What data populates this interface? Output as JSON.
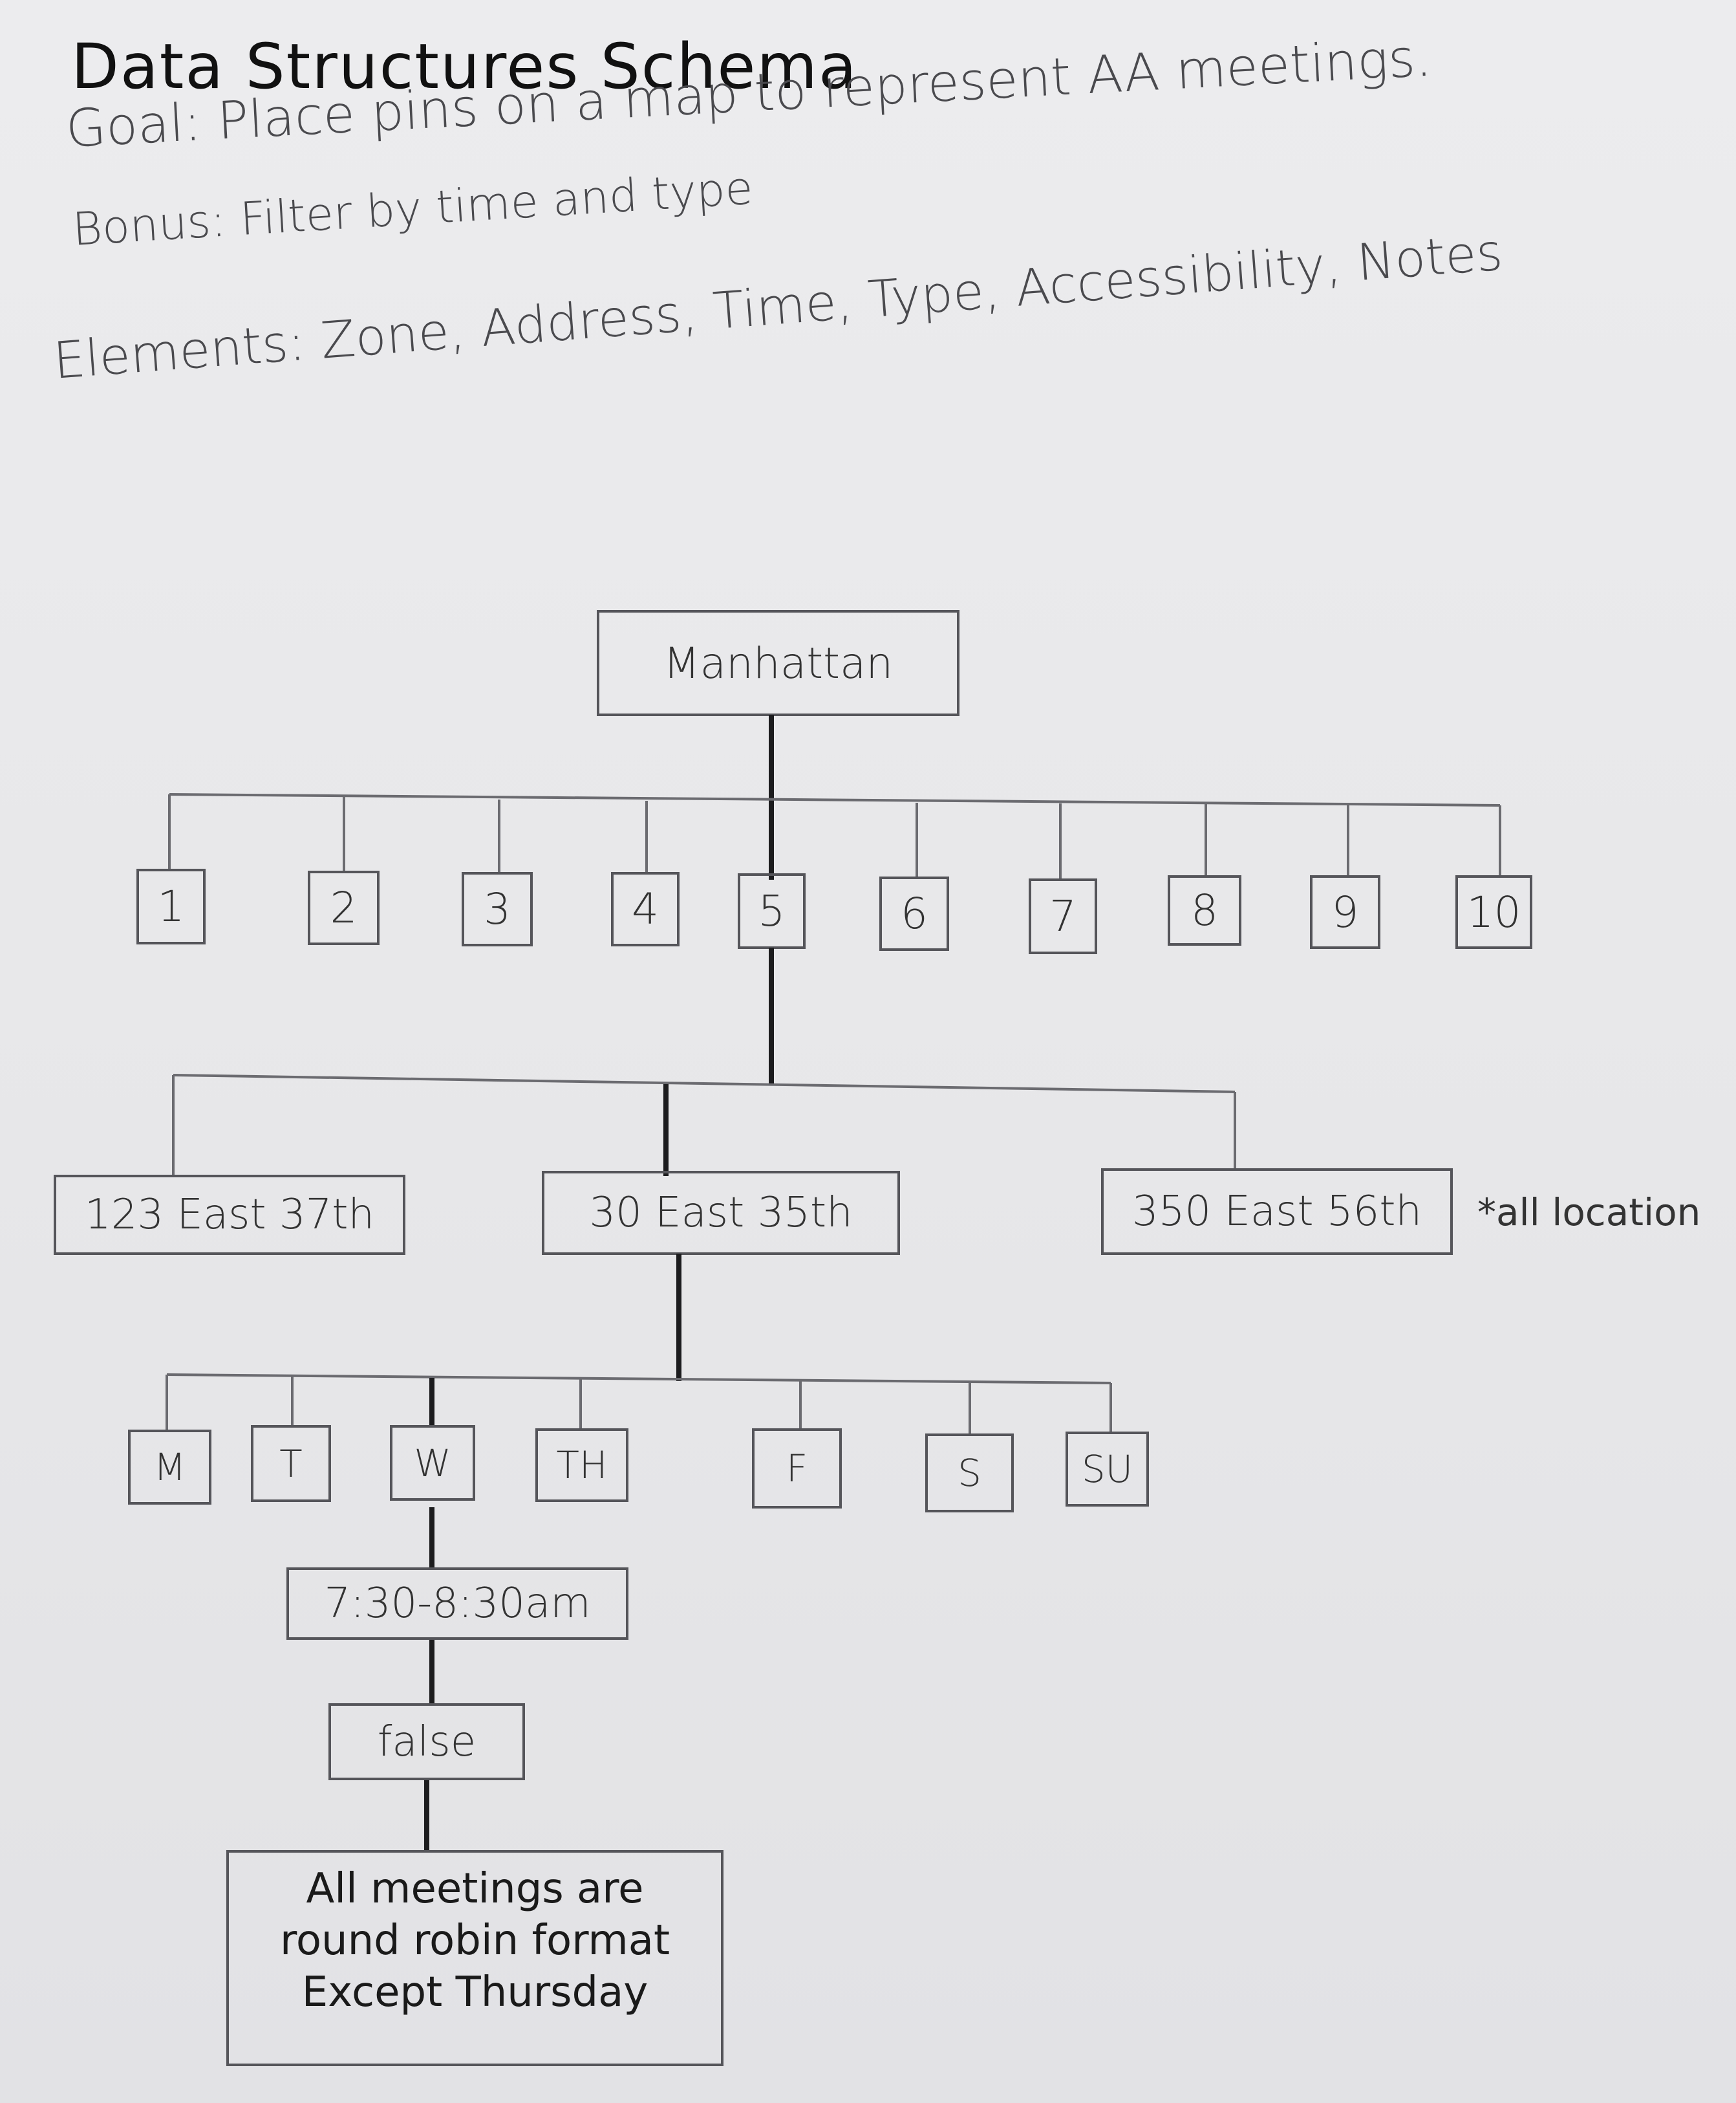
{
  "header": {
    "title": "Data Structures Schema",
    "goal": "Goal: Place pins on a map to represent AA meetings.",
    "bonus": "Bonus: Filter by time and type",
    "elements": "Elements: Zone, Address, Time, Type, Accessibility, Notes"
  },
  "tree": {
    "root": "Manhattan",
    "zones": [
      "1",
      "2",
      "3",
      "4",
      "5",
      "6",
      "7",
      "8",
      "9",
      "10"
    ],
    "addresses": [
      "123 East 37th",
      "30 East 35th",
      "350 East 56th"
    ],
    "address_note": "*all location",
    "days": [
      "M",
      "T",
      "W",
      "TH",
      "F",
      "S",
      "SU"
    ],
    "time": "7:30-8:30am",
    "accessibility": "false",
    "notes": [
      "All meetings are",
      "round robin format",
      "Except Thursday"
    ]
  }
}
